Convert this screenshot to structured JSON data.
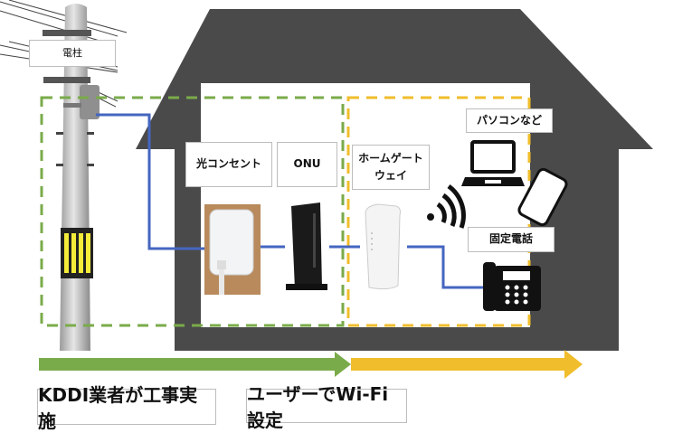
{
  "diagram": {
    "title": "Home fiber installation diagram",
    "colors": {
      "house": "#4a4a4a",
      "kddi_zone": "#7aab4a",
      "user_zone": "#f0bd2c",
      "cable": "#4466c0"
    },
    "labels": {
      "pole": "電柱",
      "optical_outlet": "光コンセント",
      "onu": "ONU",
      "home_gateway_line1": "ホームゲート",
      "home_gateway_line2": "ウェイ",
      "pc": "パソコンなど",
      "landline": "固定電話"
    },
    "stages": [
      {
        "label": "KDDI業者が工事実施",
        "color": "#7aab4a"
      },
      {
        "label": "ユーザーでWi-Fi設定",
        "color": "#f0bd2c"
      }
    ],
    "icons": {
      "pole": "utility-pole-icon",
      "optical_outlet": "optical-outlet-icon",
      "onu": "onu-device-icon",
      "gateway": "home-gateway-icon",
      "wifi": "wifi-signal-icon",
      "laptop": "laptop-icon",
      "smartphone": "smartphone-icon",
      "phone": "desk-phone-icon"
    }
  }
}
